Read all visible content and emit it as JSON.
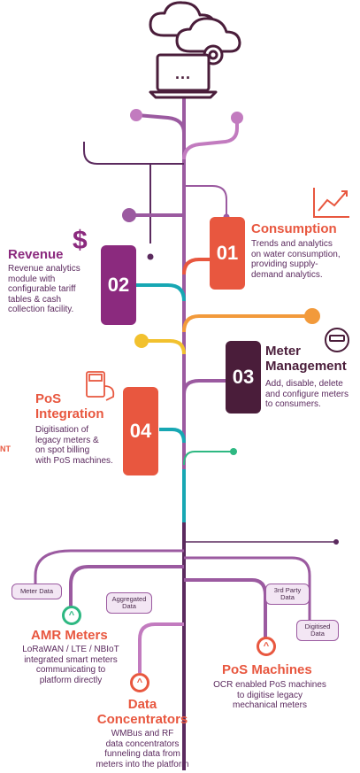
{
  "sections": [
    {
      "num": "01",
      "title": "Consumption",
      "desc": [
        "Trends and analytics",
        "on water consumption,",
        "providing supply-",
        "demand analytics."
      ],
      "color": "#e8573f"
    },
    {
      "num": "02",
      "title": "Revenue",
      "desc": [
        "Revenue analytics",
        "module with",
        "configurable tariff",
        "tables & cash",
        "collection facility."
      ],
      "color": "#8b2a7e"
    },
    {
      "num": "03",
      "title": [
        "Meter",
        "Management"
      ],
      "desc": [
        "Add, disable, delete",
        "and configure meters",
        "to consumers."
      ],
      "color": "#4a1d3a"
    },
    {
      "num": "04",
      "title": [
        "PoS",
        "Integration"
      ],
      "desc": [
        "Digitisation of",
        "legacy meters &",
        "on spot billing",
        "with PoS machines."
      ],
      "color": "#e8573f"
    }
  ],
  "chips": [
    "Meter Data",
    "Aggregated Data",
    "3rd Party Data",
    "Digitised Data"
  ],
  "bottom": [
    {
      "title": "AMR Meters",
      "desc": [
        "LoRaWAN / LTE / NBIoT",
        "integrated smart meters",
        "communicating to",
        "platform directly"
      ]
    },
    {
      "title": [
        "Data",
        "Concentrators"
      ],
      "desc": [
        "WMBus and RF",
        "data concentrators",
        "funneling data from",
        "meters into the platform"
      ]
    },
    {
      "title": "PoS Machines",
      "desc": [
        "OCR enabled PoS machines",
        "to digitise legacy",
        "mechanical meters"
      ]
    }
  ],
  "laptop_screen": "...",
  "cutoff_left": "NT",
  "revenue_icon": "$",
  "icons": [
    "cloud-gear-icon",
    "laptop-icon",
    "dollar-icon",
    "chart-icon",
    "meter-icon",
    "pos-terminal-icon",
    "chevron-up-icon"
  ]
}
